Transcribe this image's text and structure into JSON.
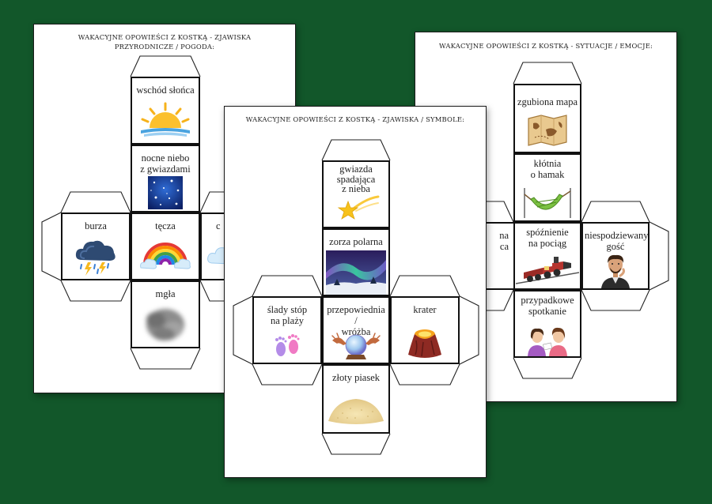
{
  "colors": {
    "background": "#12572a",
    "sheet": "#ffffff",
    "outline": "#111111"
  },
  "sheets": [
    {
      "title": "WAKACYJNE OPOWIEŚCI Z KOSTKĄ - ZJAWISKA PRZYRODNICZE / POGODA:",
      "faces": [
        {
          "label": "wschód słońca",
          "icon": "sunrise-icon"
        },
        {
          "label": "nocne niebo\nz gwiazdami",
          "icon": "starry-night-icon"
        },
        {
          "label": "burza",
          "icon": "storm-cloud-icon"
        },
        {
          "label": "tęcza",
          "icon": "rainbow-icon"
        },
        {
          "label": "c",
          "icon": "cloud-icon"
        },
        {
          "label": "mgła",
          "icon": "fog-icon"
        }
      ]
    },
    {
      "title": "WAKACYJNE OPOWIEŚCI Z KOSTKĄ - SYTUACJE / EMOCJE:",
      "faces": [
        {
          "label": "zgubiona mapa",
          "icon": "treasure-map-icon"
        },
        {
          "label": "kłótnia\no hamak",
          "icon": "hammock-icon"
        },
        {
          "label": "na\nca",
          "icon": ""
        },
        {
          "label": "spóźnienie\nna pociąg",
          "icon": "train-icon"
        },
        {
          "label": "niespodziewany\ngość",
          "icon": "man-portrait-icon"
        },
        {
          "label": "przypadkowe\nspotkanie",
          "icon": "two-girls-icon"
        }
      ]
    },
    {
      "title": "WAKACYJNE OPOWIEŚCI Z KOSTKĄ - ZJAWISKA / SYMBOLE:",
      "faces": [
        {
          "label": "gwiazda\nspadająca\nz nieba",
          "icon": "shooting-star-icon"
        },
        {
          "label": "zorza polarna",
          "icon": "aurora-icon"
        },
        {
          "label": "ślady stóp\nna plaży",
          "icon": "footprints-icon"
        },
        {
          "label": "przepowiednia /\nwróżba",
          "icon": "crystal-ball-icon"
        },
        {
          "label": "krater",
          "icon": "volcano-icon"
        },
        {
          "label": "złoty piasek",
          "icon": "sand-pile-icon"
        }
      ]
    }
  ]
}
